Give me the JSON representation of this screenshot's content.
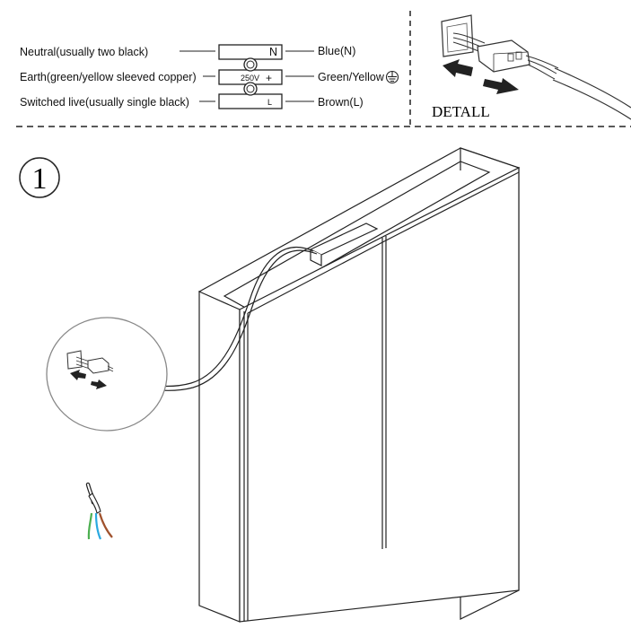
{
  "wiring_legend": {
    "left_labels": [
      "Neutral(usually two black)",
      "Earth(green/yellow sleeved copper)",
      "Switched live(usually single black)"
    ],
    "right_labels": [
      "Blue(N)",
      "Green/Yellow",
      "Brown(L)"
    ],
    "terminal_marks": [
      "N",
      "250V",
      "L"
    ]
  },
  "detail_label": "DETALL",
  "step_number": "1",
  "icons": {
    "earth_symbol": "earth-ground-icon",
    "push_arrows": "arrow-icon",
    "cable": "power-cable-icon"
  },
  "colors": {
    "wire_green": "#4CAF50",
    "wire_blue": "#2AA9E0",
    "wire_brown": "#A0522D",
    "line": "#222222"
  }
}
